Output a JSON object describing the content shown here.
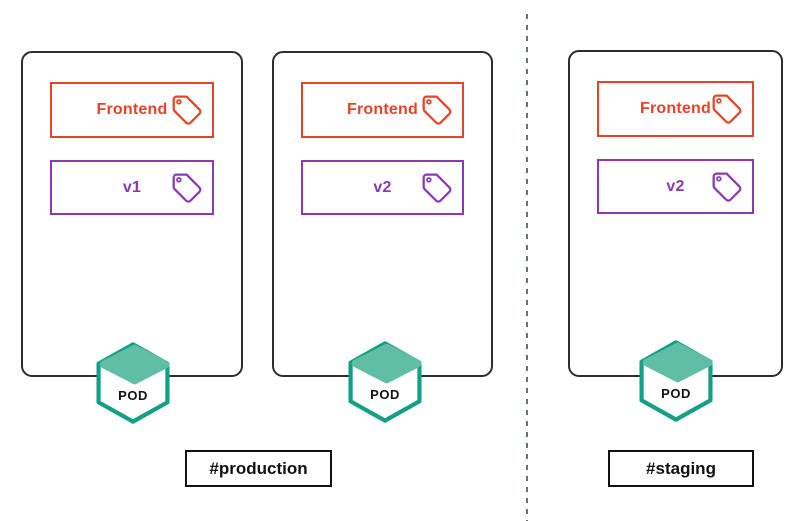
{
  "diagram_title": "pods-labels-environments",
  "colors": {
    "app_label": "#e84328",
    "version_label": "#8c38b4",
    "pod_border": "#2d2d2d",
    "hexagon_stroke": "#14a085",
    "hexagon_diamond": "#60bda6",
    "divider": "#64716f",
    "env_label_border": "#111111"
  },
  "icons": {
    "tag": "tag-icon",
    "pod": "pod-hexagon-icon"
  },
  "environments": [
    {
      "name": "production",
      "label": "#production",
      "pods": [
        {
          "app_label": "Frontend",
          "version_label": "v1",
          "pod_caption": "POD"
        },
        {
          "app_label": "Frontend",
          "version_label": "v2",
          "pod_caption": "POD"
        }
      ]
    },
    {
      "name": "staging",
      "label": "#staging",
      "pods": [
        {
          "app_label": "Frontend",
          "version_label": "v2",
          "pod_caption": "POD"
        }
      ]
    }
  ]
}
